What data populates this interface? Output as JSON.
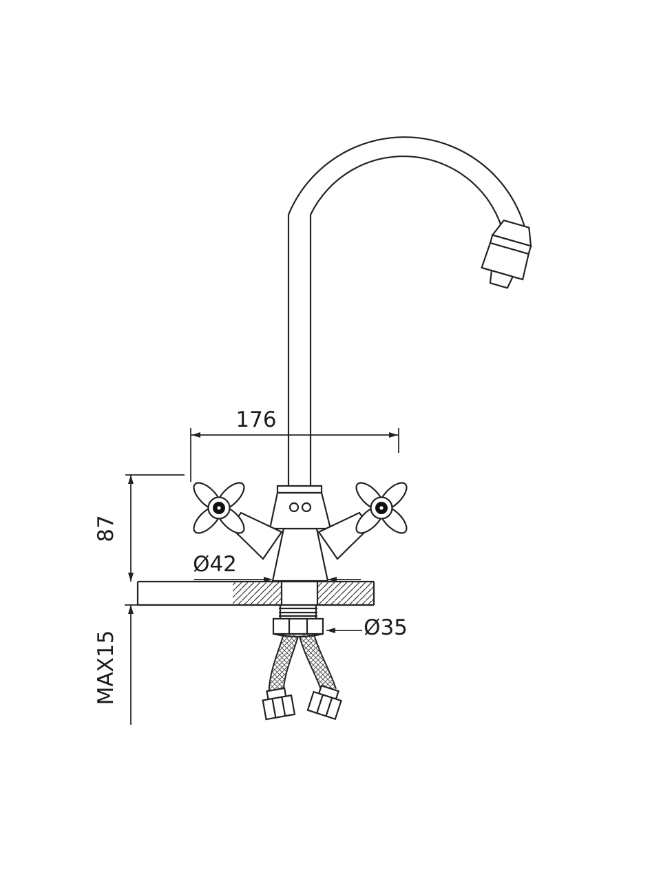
{
  "page": {
    "background": "#ffffff",
    "line_color": "#222222"
  },
  "dimensions": {
    "spout_width": "176",
    "body_height": "87",
    "base_diameter": "Ø42",
    "shank_diameter": "Ø35",
    "max_mount_thickness": "MAX15"
  }
}
